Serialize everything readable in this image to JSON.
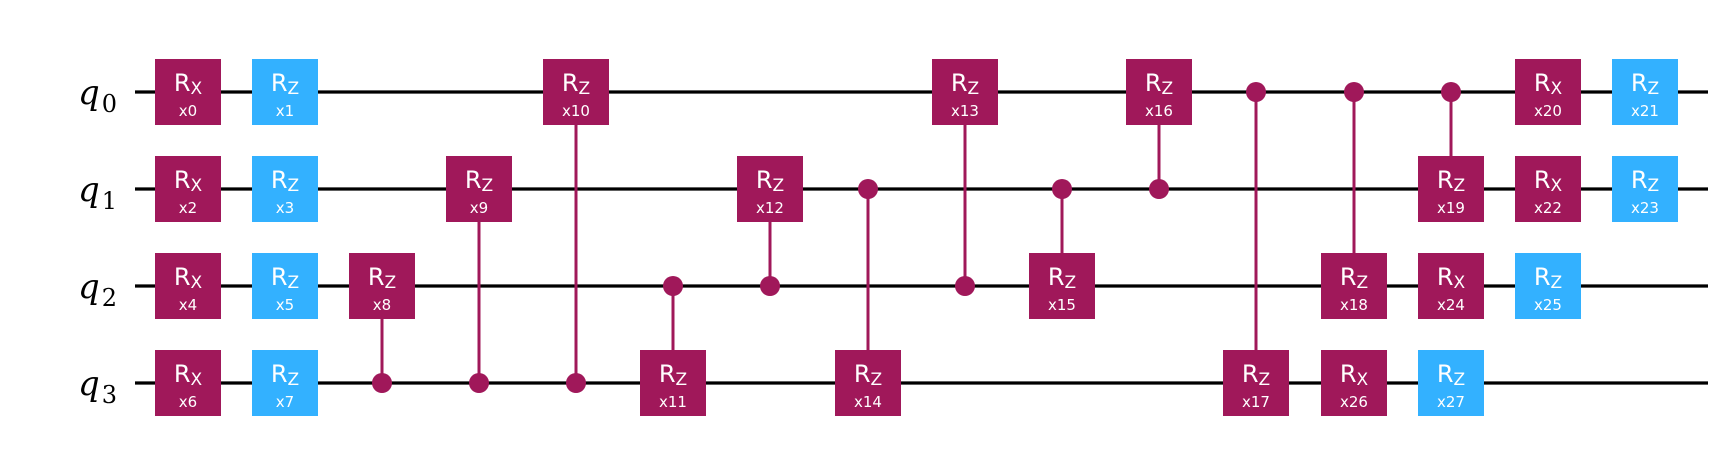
{
  "qubits": [
    {
      "label": "q",
      "index": "0"
    },
    {
      "label": "q",
      "index": "1"
    },
    {
      "label": "q",
      "index": "2"
    },
    {
      "label": "q",
      "index": "3"
    }
  ],
  "colors": {
    "rx": "#a0185a",
    "rz_single": "#33b1ff",
    "controlled": "#a0185a",
    "wire": "#000000"
  },
  "gates": [
    {
      "id": "x0",
      "name": "R",
      "sub": "X",
      "param": "x0",
      "type": "rx",
      "qubit": 0,
      "column": 0
    },
    {
      "id": "x1",
      "name": "R",
      "sub": "Z",
      "param": "x1",
      "type": "rz",
      "qubit": 0,
      "column": 1
    },
    {
      "id": "x2",
      "name": "R",
      "sub": "X",
      "param": "x2",
      "type": "rx",
      "qubit": 1,
      "column": 0
    },
    {
      "id": "x3",
      "name": "R",
      "sub": "Z",
      "param": "x3",
      "type": "rz",
      "qubit": 1,
      "column": 1
    },
    {
      "id": "x4",
      "name": "R",
      "sub": "X",
      "param": "x4",
      "type": "rx",
      "qubit": 2,
      "column": 0
    },
    {
      "id": "x5",
      "name": "R",
      "sub": "Z",
      "param": "x5",
      "type": "rz",
      "qubit": 2,
      "column": 1
    },
    {
      "id": "x6",
      "name": "R",
      "sub": "X",
      "param": "x6",
      "type": "rx",
      "qubit": 3,
      "column": 0
    },
    {
      "id": "x7",
      "name": "R",
      "sub": "Z",
      "param": "x7",
      "type": "rz",
      "qubit": 3,
      "column": 1
    },
    {
      "id": "x8",
      "name": "R",
      "sub": "Z",
      "param": "x8",
      "type": "crz",
      "qubit": 2,
      "control": 3,
      "column": 2
    },
    {
      "id": "x9",
      "name": "R",
      "sub": "Z",
      "param": "x9",
      "type": "crz",
      "qubit": 1,
      "control": 3,
      "column": 3
    },
    {
      "id": "x10",
      "name": "R",
      "sub": "Z",
      "param": "x10",
      "type": "crz",
      "qubit": 0,
      "control": 3,
      "column": 4
    },
    {
      "id": "x11",
      "name": "R",
      "sub": "Z",
      "param": "x11",
      "type": "crz",
      "qubit": 3,
      "control": 2,
      "column": 5
    },
    {
      "id": "x12",
      "name": "R",
      "sub": "Z",
      "param": "x12",
      "type": "crz",
      "qubit": 1,
      "control": 2,
      "column": 6
    },
    {
      "id": "x14",
      "name": "R",
      "sub": "Z",
      "param": "x14",
      "type": "crz",
      "qubit": 3,
      "control": 1,
      "column": 7
    },
    {
      "id": "x13",
      "name": "R",
      "sub": "Z",
      "param": "x13",
      "type": "crz",
      "qubit": 0,
      "control": 2,
      "column": 8
    },
    {
      "id": "x15",
      "name": "R",
      "sub": "Z",
      "param": "x15",
      "type": "crz",
      "qubit": 2,
      "control": 1,
      "column": 9
    },
    {
      "id": "x16",
      "name": "R",
      "sub": "Z",
      "param": "x16",
      "type": "crz",
      "qubit": 0,
      "control": 1,
      "column": 10
    },
    {
      "id": "x17",
      "name": "R",
      "sub": "Z",
      "param": "x17",
      "type": "crz",
      "qubit": 3,
      "control": 0,
      "column": 11
    },
    {
      "id": "x18",
      "name": "R",
      "sub": "Z",
      "param": "x18",
      "type": "crz",
      "qubit": 2,
      "control": 0,
      "column": 12
    },
    {
      "id": "x26",
      "name": "R",
      "sub": "X",
      "param": "x26",
      "type": "rx",
      "qubit": 3,
      "column": 12
    },
    {
      "id": "x19",
      "name": "R",
      "sub": "Z",
      "param": "x19",
      "type": "crz",
      "qubit": 1,
      "control": 0,
      "column": 13
    },
    {
      "id": "x24",
      "name": "R",
      "sub": "X",
      "param": "x24",
      "type": "rx",
      "qubit": 2,
      "column": 13
    },
    {
      "id": "x27",
      "name": "R",
      "sub": "Z",
      "param": "x27",
      "type": "rz",
      "qubit": 3,
      "column": 13
    },
    {
      "id": "x20",
      "name": "R",
      "sub": "X",
      "param": "x20",
      "type": "rx",
      "qubit": 0,
      "column": 14
    },
    {
      "id": "x22",
      "name": "R",
      "sub": "X",
      "param": "x22",
      "type": "rx",
      "qubit": 1,
      "column": 14
    },
    {
      "id": "x25",
      "name": "R",
      "sub": "Z",
      "param": "x25",
      "type": "rz",
      "qubit": 2,
      "column": 14
    },
    {
      "id": "x21",
      "name": "R",
      "sub": "Z",
      "param": "x21",
      "type": "rz",
      "qubit": 0,
      "column": 15
    },
    {
      "id": "x23",
      "name": "R",
      "sub": "Z",
      "param": "x23",
      "type": "rz",
      "qubit": 1,
      "column": 15
    }
  ]
}
